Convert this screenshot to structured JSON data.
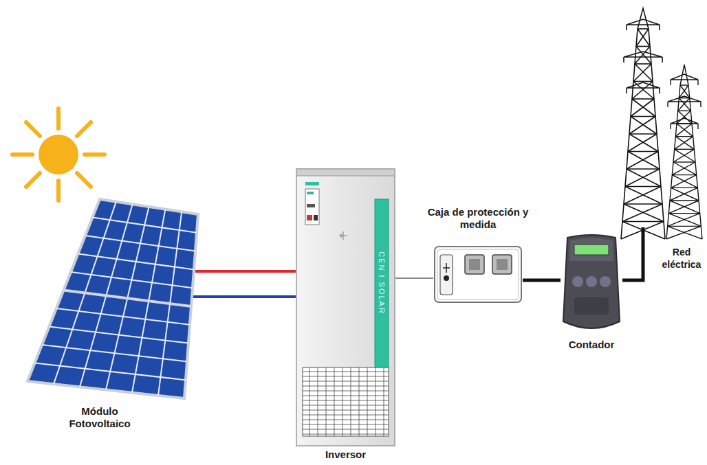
{
  "diagram": {
    "nodes": [
      {
        "text": [
          "Módulo Fotovoltaico"
        ]
      },
      {
        "text": [
          "Inversor"
        ]
      },
      {
        "text": [
          "Caja de protección y medida"
        ]
      },
      {
        "text": [
          "Contador"
        ]
      },
      {
        "text": [
          "Red eléctrica"
        ]
      }
    ],
    "edges": [
      {
        "from": 0,
        "to": 1,
        "arrow": "none"
      },
      {
        "from": 0,
        "to": 1,
        "arrow": "none"
      },
      {
        "from": 1,
        "to": 2,
        "arrow": "none"
      },
      {
        "from": 2,
        "to": 3,
        "arrow": "none"
      },
      {
        "from": 3,
        "to": 4,
        "arrow": "none"
      }
    ],
    "labels": [
      "CEN I SOLAR"
    ]
  }
}
